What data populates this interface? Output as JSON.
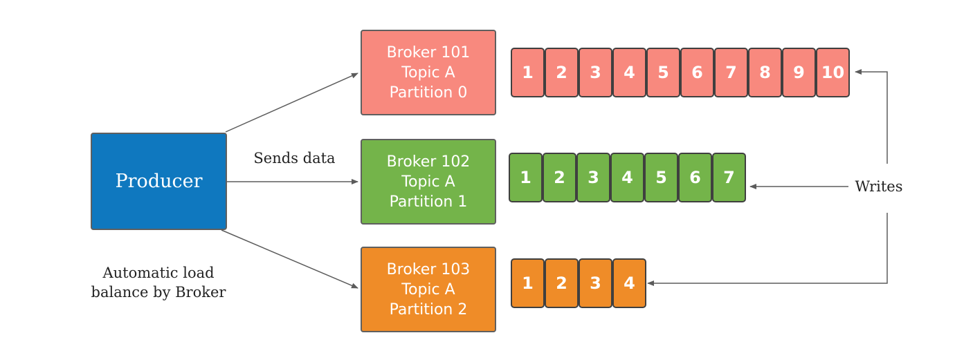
{
  "colors": {
    "producer": "#0f78bf",
    "partition0": "#f8897e",
    "partition1": "#74b44a",
    "partition2": "#ef8c28",
    "arrow": "#5b5b5b"
  },
  "producer": {
    "label": "Producer"
  },
  "sends_label": "Sends data",
  "balance_label": {
    "line1": "Automatic load",
    "line2": "balance by Broker"
  },
  "writes_label": "Writes",
  "brokers": [
    {
      "line1": "Broker 101",
      "line2": "Topic A",
      "line3": "Partition 0",
      "color": "#f8897e",
      "cells": [
        "1",
        "2",
        "3",
        "4",
        "5",
        "6",
        "7",
        "8",
        "9",
        "10"
      ]
    },
    {
      "line1": "Broker 102",
      "line2": "Topic A",
      "line3": "Partition 1",
      "color": "#74b44a",
      "cells": [
        "1",
        "2",
        "3",
        "4",
        "5",
        "6",
        "7"
      ]
    },
    {
      "line1": "Broker 103",
      "line2": "Topic A",
      "line3": "Partition 2",
      "color": "#ef8c28",
      "cells": [
        "1",
        "2",
        "3",
        "4"
      ]
    }
  ]
}
